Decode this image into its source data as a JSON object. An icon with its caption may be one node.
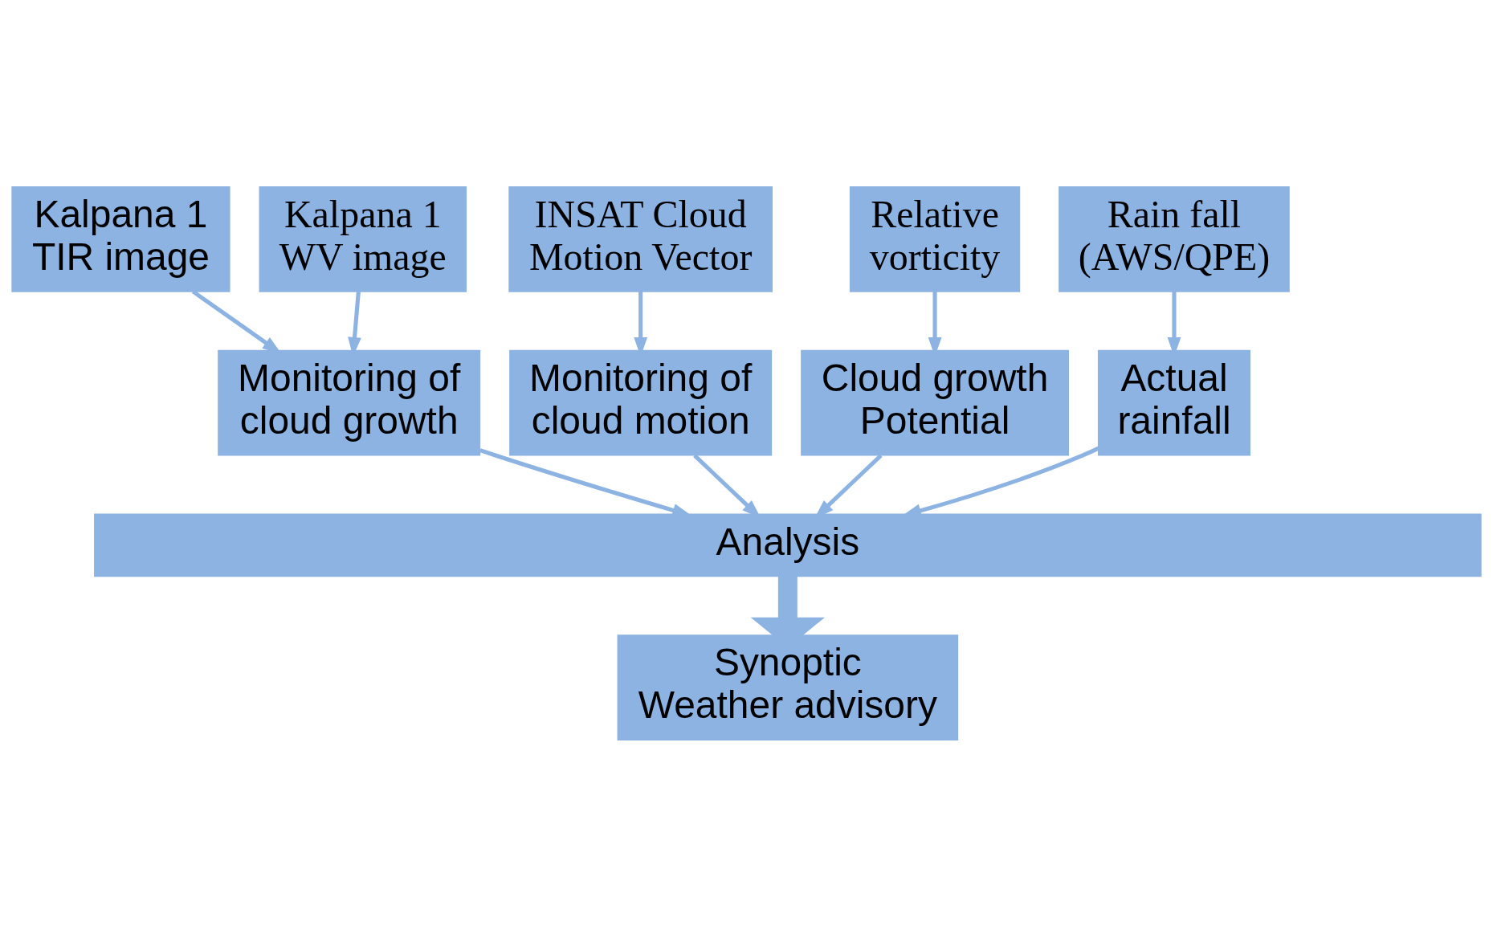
{
  "diagram": {
    "nodes": [
      {
        "text": [
          "Kalpana 1 TIR image"
        ]
      },
      {
        "text": [
          "Kalpana 1 WV image"
        ]
      },
      {
        "text": [
          "INSAT Cloud Motion Vector"
        ]
      },
      {
        "text": [
          "Relative vorticity"
        ]
      },
      {
        "text": [
          "Rain fall (AWS/QPE)"
        ]
      },
      {
        "text": [
          "Monitoring of cloud growth"
        ]
      },
      {
        "text": [
          "Monitoring of cloud motion"
        ]
      },
      {
        "text": [
          "Cloud growth Potential"
        ]
      },
      {
        "text": [
          "Actual rainfall"
        ]
      },
      {
        "text": [
          "Analysis"
        ]
      },
      {
        "text": [
          "Synoptic Weather advisory"
        ]
      }
    ],
    "edges": [
      {
        "from": 0,
        "to": 5,
        "arrow": "to"
      },
      {
        "from": 1,
        "to": 5,
        "arrow": "to"
      },
      {
        "from": 2,
        "to": 6,
        "arrow": "to"
      },
      {
        "from": 3,
        "to": 7,
        "arrow": "to"
      },
      {
        "from": 4,
        "to": 8,
        "arrow": "to"
      },
      {
        "from": 5,
        "to": 9,
        "arrow": "to"
      },
      {
        "from": 6,
        "to": 9,
        "arrow": "to"
      },
      {
        "from": 7,
        "to": 9,
        "arrow": "to"
      },
      {
        "from": 8,
        "to": 9,
        "arrow": "to"
      },
      {
        "from": 9,
        "to": 10,
        "arrow": "to",
        "style": "thick"
      }
    ]
  }
}
